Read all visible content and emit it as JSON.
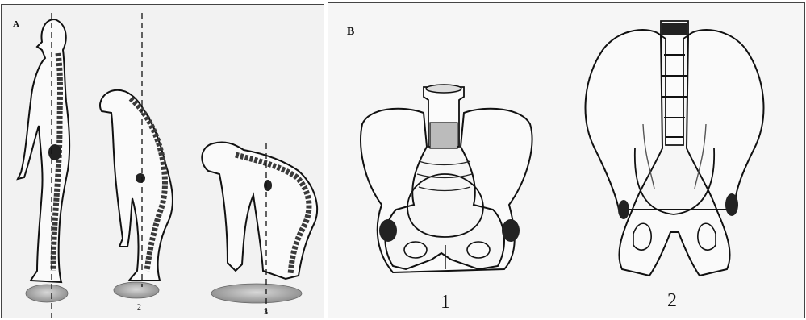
{
  "panel_a": {
    "letter": "A",
    "figure_labels": [
      "2",
      "3"
    ]
  },
  "panel_b": {
    "letter": "B",
    "figure_labels": [
      "1",
      "2"
    ]
  },
  "colors": {
    "ink": "#111111",
    "panel_fill": "#f2f2f2",
    "spine_dark": "#3a3a3a",
    "footprint": "#9c9c9c"
  }
}
